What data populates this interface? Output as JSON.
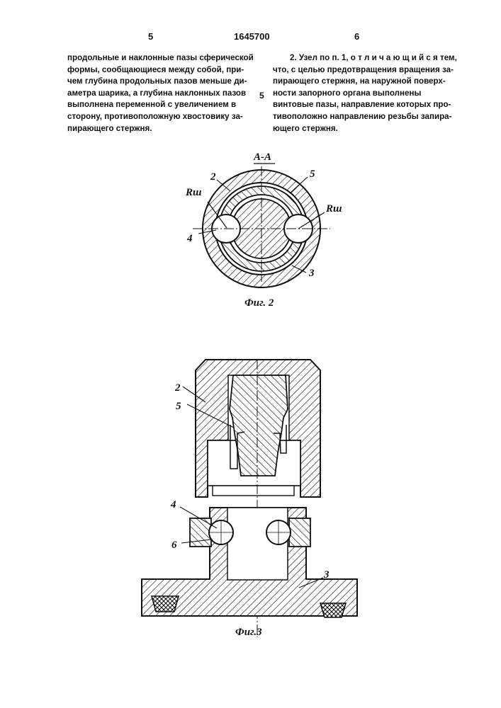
{
  "header": {
    "page_left": "5",
    "patent_no": "1645700",
    "page_right": "6"
  },
  "text": {
    "left_lines": [
      "продольные и наклонные пазы сферической",
      "формы, сообщающиеся между собой, при-",
      "чем глубина продольных пазов меньше ди-",
      "аметра шарика, а глубина наклонных пазов",
      "выполнена переменной с увеличением в",
      "сторону, противоположную хвостовику за-",
      "пирающего стержня."
    ],
    "right_lines": [
      "2. Узел по п. 1, о т л и ч а ю щ и й с я тем,",
      "что, с целью предотвращения вращения за-",
      "пирающего стержня, на наружной поверх-",
      "ности запорного органа выполнены",
      "винтовые пазы, направление которых про-",
      "тивоположно направлению резьбы запира-",
      "ющего стержня."
    ],
    "line_number_5": "5"
  },
  "fig2": {
    "section": "А-А",
    "labels": {
      "l2": "2",
      "l5": "5",
      "lr_left": "Rш",
      "lr_right": "Rш",
      "l4": "4",
      "l3": "3"
    },
    "caption": "Фиг. 2"
  },
  "fig3": {
    "labels": {
      "l2": "2",
      "l5": "5",
      "l4": "4",
      "l6": "6",
      "l3": "3"
    },
    "caption": "Фиг.3"
  }
}
